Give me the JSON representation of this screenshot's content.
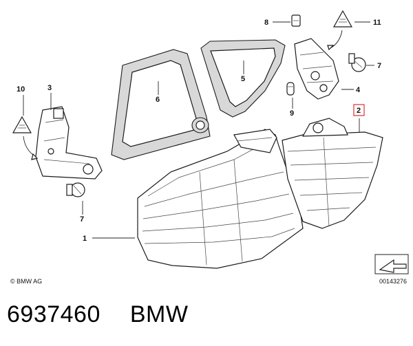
{
  "callouts": {
    "c1": "1",
    "c2": "2",
    "c3": "3",
    "c4": "4",
    "c5": "5",
    "c6": "6",
    "c7a": "7",
    "c7b": "7",
    "c8": "8",
    "c9": "9",
    "c10": "10",
    "c11": "11"
  },
  "copyright": "© BMW AG",
  "reference_number": "00143276",
  "footer": {
    "part_number": "6937460",
    "brand": "BMW"
  },
  "colors": {
    "highlight": "#e03030",
    "shade": "#d8d8d8"
  }
}
